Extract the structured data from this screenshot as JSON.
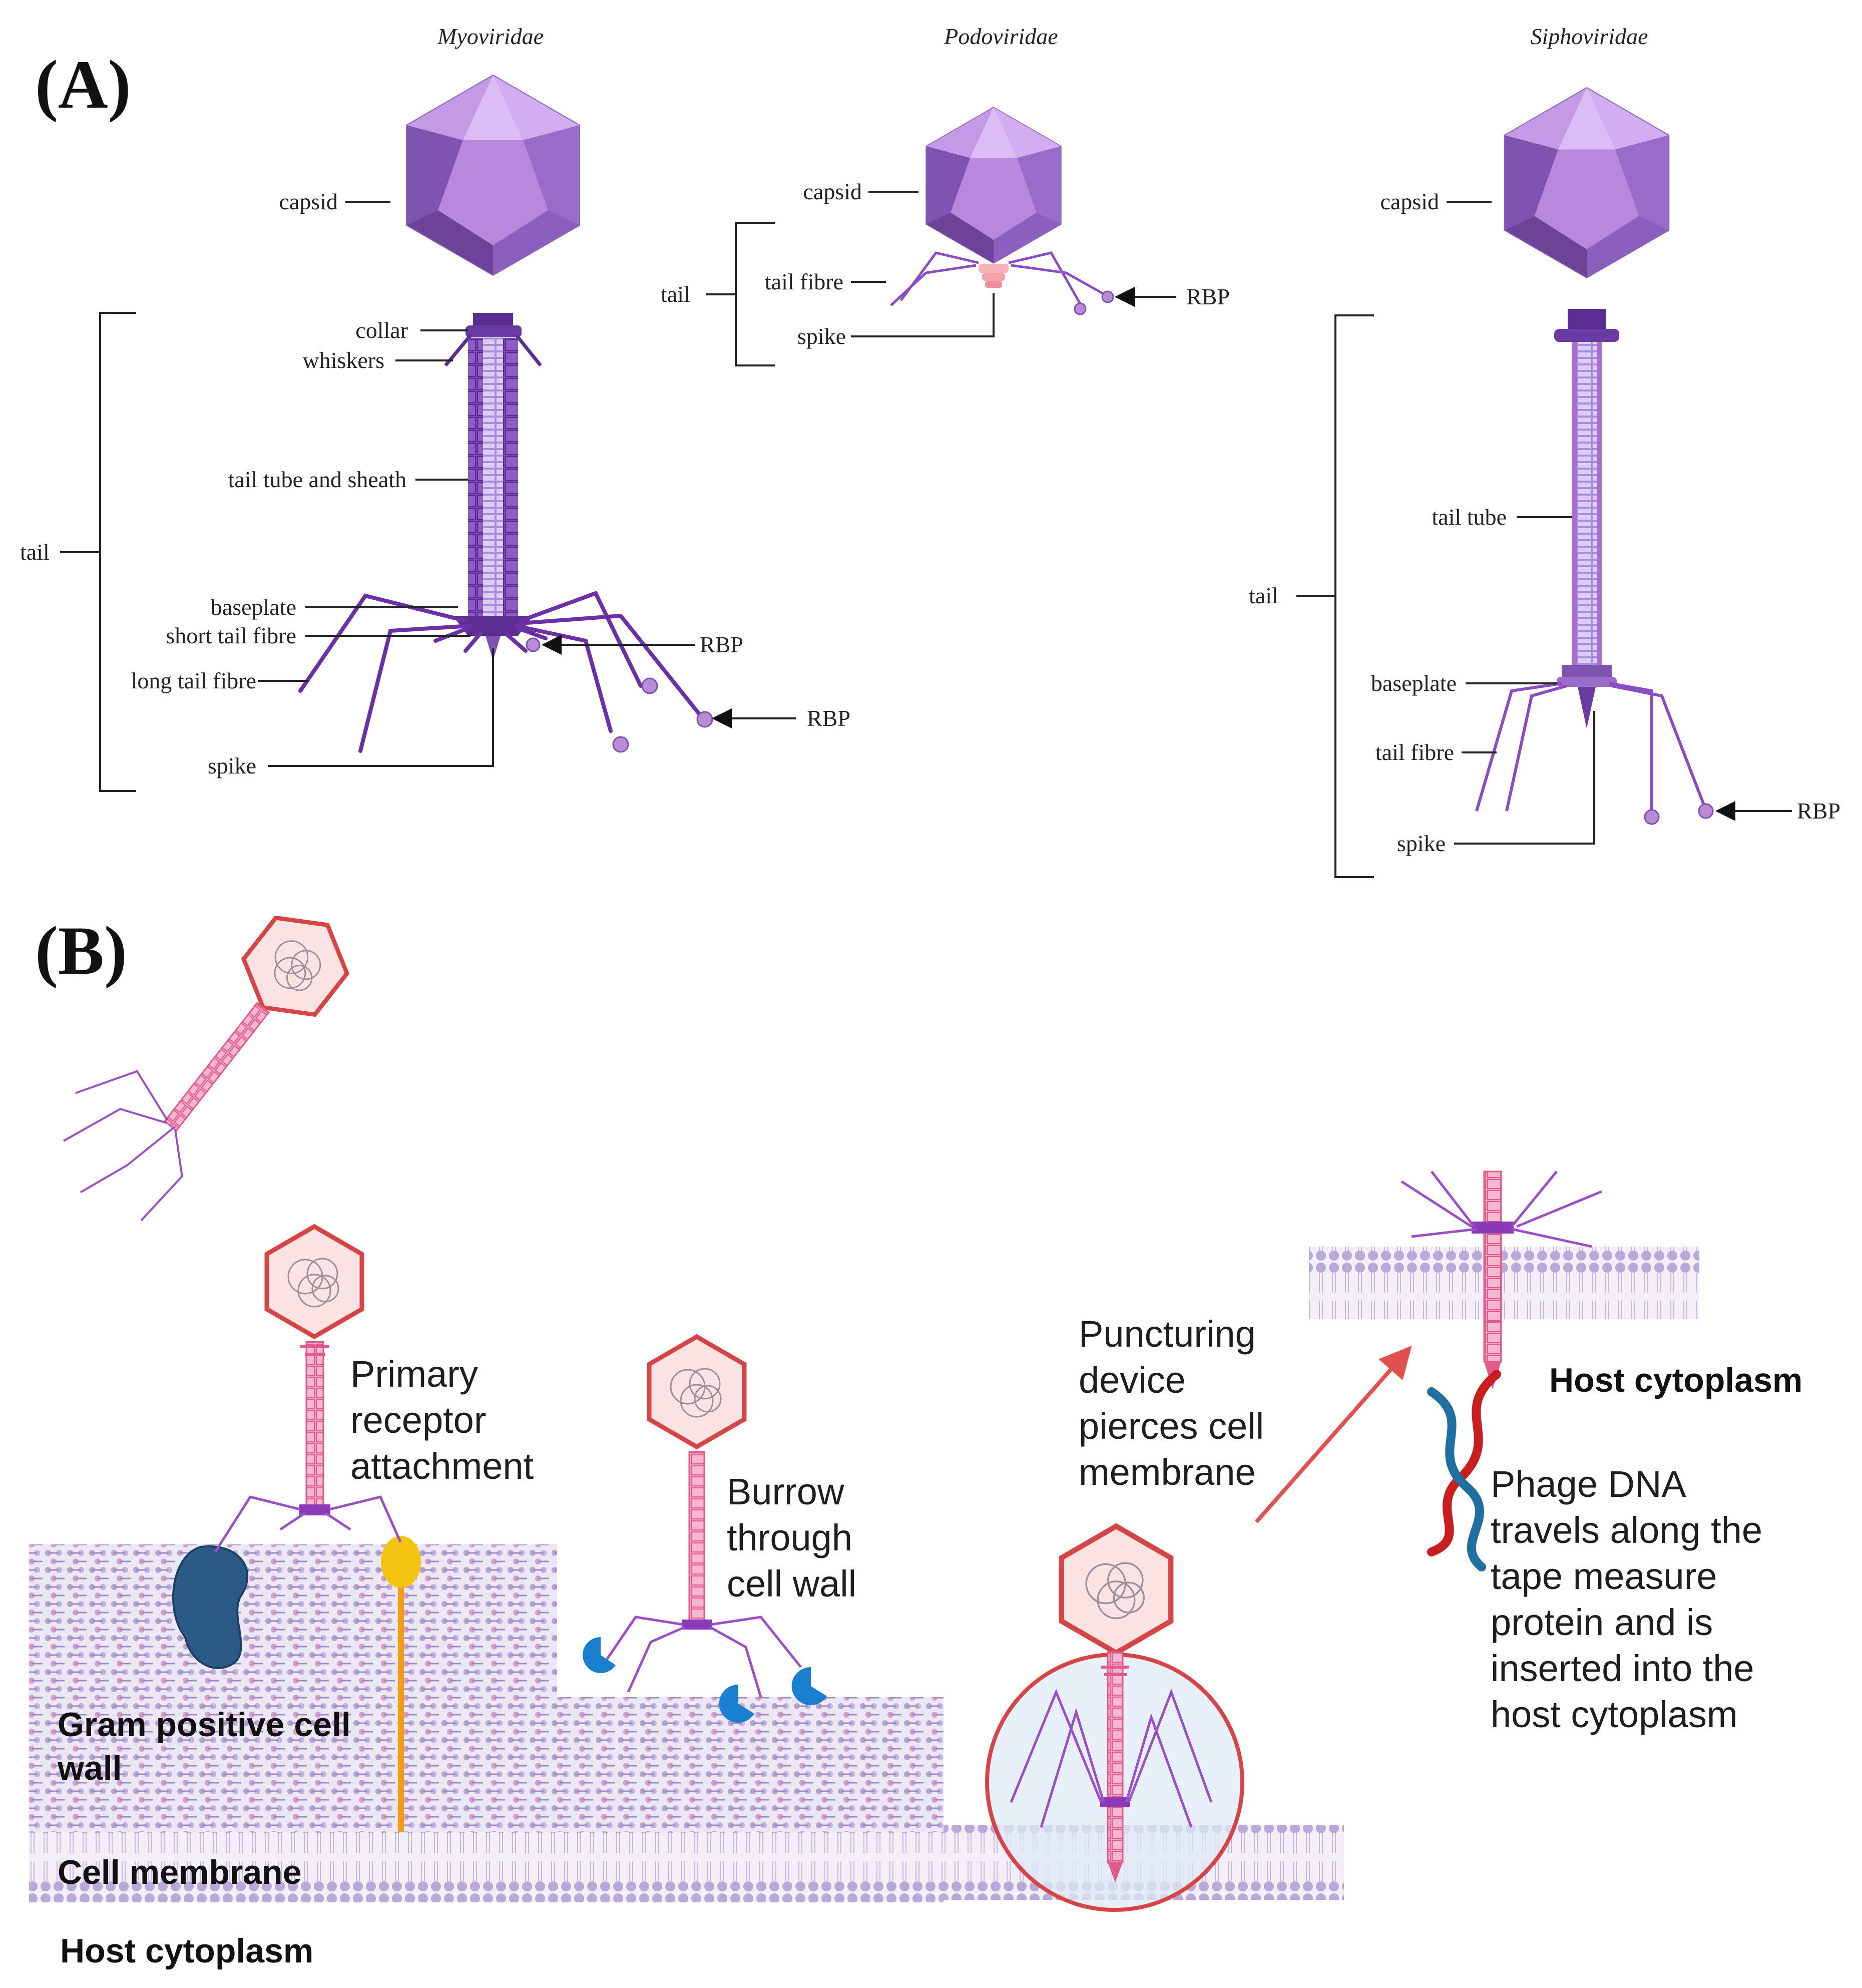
{
  "panels": {
    "a": {
      "label": "(A)",
      "families": {
        "myoviridae": {
          "name": "Myoviridae",
          "labels": {
            "capsid": "capsid",
            "collar": "collar",
            "whiskers": "whiskers",
            "tail_tube_sheath": "tail tube and sheath",
            "tail": "tail",
            "baseplate": "baseplate",
            "short_tail_fibre": "short tail fibre",
            "long_tail_fibre": "long tail fibre",
            "spike": "spike",
            "rbp_1": "RBP",
            "rbp_2": "RBP"
          }
        },
        "podoviridae": {
          "name": "Podoviridae",
          "labels": {
            "capsid": "capsid",
            "tail": "tail",
            "tail_fibre": "tail fibre",
            "spike": "spike",
            "rbp": "RBP"
          }
        },
        "siphoviridae": {
          "name": "Siphoviridae",
          "labels": {
            "capsid": "capsid",
            "tail_tube": "tail tube",
            "tail": "tail",
            "baseplate": "baseplate",
            "tail_fibre": "tail fibre",
            "spike": "spike",
            "rbp": "RBP"
          }
        }
      }
    },
    "b": {
      "label": "(B)",
      "steps": {
        "primary_attachment": [
          "Primary",
          "receptor",
          "attachment"
        ],
        "burrow": [
          "Burrow",
          "through",
          "cell wall"
        ],
        "puncture": [
          "Puncturing",
          "device",
          "pierces cell",
          "membrane"
        ],
        "dna": [
          "Phage DNA",
          "travels along the",
          "tape measure",
          "protein and is",
          "inserted into the",
          "host cytoplasm"
        ]
      },
      "regions": {
        "cell_wall": [
          "Gram positive cell",
          "wall"
        ],
        "cell_membrane": "Cell membrane",
        "host_cytoplasm_bottom": "Host cytoplasm",
        "host_cytoplasm_right": "Host cytoplasm"
      }
    }
  },
  "colors": {
    "capsid_light": "#c79be6",
    "capsid_mid": "#a877d2",
    "capsid_dark": "#7e54b0",
    "tail_dark": "#5a2d91",
    "tail_light": "#c9b4f0",
    "fibre": "#6b2fa6",
    "phage_b_red": "#d64545",
    "phage_b_fill": "#fbe3e3",
    "phage_b_tail": "#e96a9a",
    "wall_bg": "#ece7f5",
    "wall_dot": "#b8a6d6",
    "receptor_blue": "#2c5a86",
    "receptor_yellow": "#f1c40f",
    "receptor_stalk": "#f39c12",
    "enzyme_blue": "#1a7fcf",
    "dna_red": "#c81e1e",
    "dna_blue": "#1f6fa0",
    "arrow_red": "#e0524f"
  },
  "icons": [
    "capsid-icon",
    "phage-icon",
    "receptor-icon",
    "enzyme-icon",
    "dna-helix-icon",
    "arrow-icon"
  ]
}
